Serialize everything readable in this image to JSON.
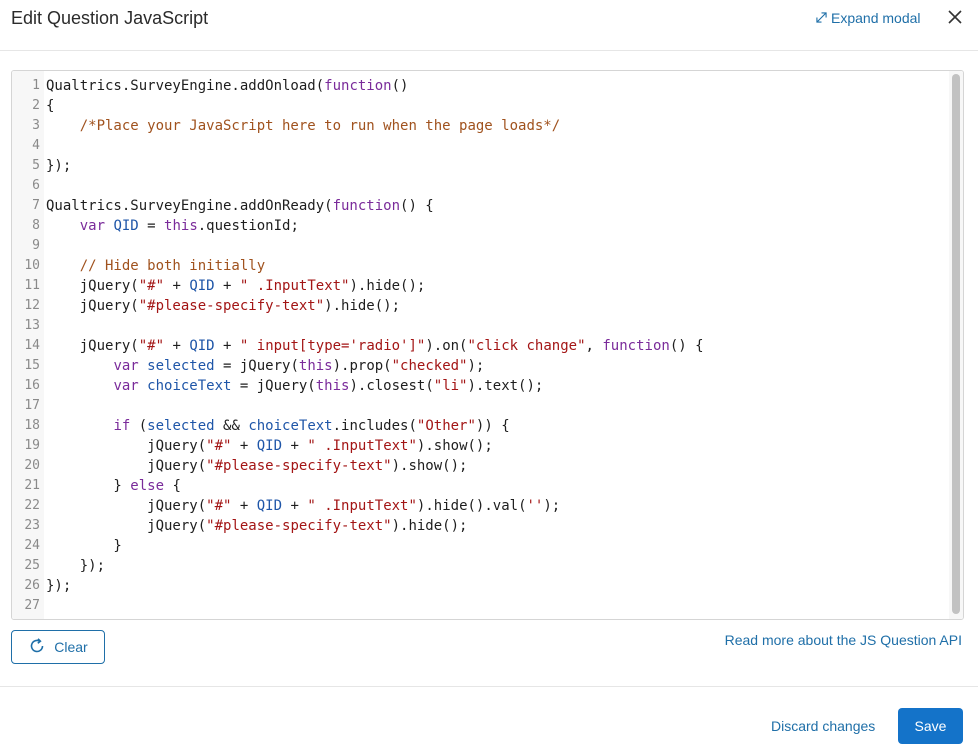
{
  "header": {
    "title": "Edit Question JavaScript",
    "expand_label": "Expand modal"
  },
  "editor": {
    "lines": [
      {
        "n": "1",
        "segs": [
          [
            "t",
            "Qualtrics.SurveyEngine.addOnload("
          ],
          [
            "kw",
            "function"
          ],
          [
            "t",
            "()"
          ]
        ]
      },
      {
        "n": "2",
        "segs": [
          [
            "t",
            "{"
          ]
        ]
      },
      {
        "n": "3",
        "segs": [
          [
            "t",
            "    "
          ],
          [
            "cmt",
            "/*Place your JavaScript here to run when the page loads*/"
          ]
        ]
      },
      {
        "n": "4",
        "segs": []
      },
      {
        "n": "5",
        "segs": [
          [
            "t",
            "});"
          ]
        ]
      },
      {
        "n": "6",
        "segs": []
      },
      {
        "n": "7",
        "segs": [
          [
            "t",
            "Qualtrics.SurveyEngine.addOnReady("
          ],
          [
            "kw",
            "function"
          ],
          [
            "t",
            "() {"
          ]
        ]
      },
      {
        "n": "8",
        "segs": [
          [
            "t",
            "    "
          ],
          [
            "kw",
            "var "
          ],
          [
            "var",
            "QID"
          ],
          [
            "t",
            " = "
          ],
          [
            "kw",
            "this"
          ],
          [
            "t",
            ".questionId;"
          ]
        ]
      },
      {
        "n": "9",
        "segs": []
      },
      {
        "n": "10",
        "segs": [
          [
            "t",
            "    "
          ],
          [
            "cmt",
            "// Hide both initially"
          ]
        ]
      },
      {
        "n": "11",
        "segs": [
          [
            "t",
            "    jQuery("
          ],
          [
            "str",
            "\"#\""
          ],
          [
            "t",
            " + "
          ],
          [
            "var",
            "QID"
          ],
          [
            "t",
            " + "
          ],
          [
            "str",
            "\" .InputText\""
          ],
          [
            "t",
            ").hide();"
          ]
        ]
      },
      {
        "n": "12",
        "segs": [
          [
            "t",
            "    jQuery("
          ],
          [
            "str",
            "\"#please-specify-text\""
          ],
          [
            "t",
            ").hide();"
          ]
        ]
      },
      {
        "n": "13",
        "segs": []
      },
      {
        "n": "14",
        "segs": [
          [
            "t",
            "    jQuery("
          ],
          [
            "str",
            "\"#\""
          ],
          [
            "t",
            " + "
          ],
          [
            "var",
            "QID"
          ],
          [
            "t",
            " + "
          ],
          [
            "str",
            "\" input[type='radio']\""
          ],
          [
            "t",
            ").on("
          ],
          [
            "str",
            "\"click change\""
          ],
          [
            "t",
            ", "
          ],
          [
            "kw",
            "function"
          ],
          [
            "t",
            "() {"
          ]
        ]
      },
      {
        "n": "15",
        "segs": [
          [
            "t",
            "        "
          ],
          [
            "kw",
            "var "
          ],
          [
            "var",
            "selected"
          ],
          [
            "t",
            " = jQuery("
          ],
          [
            "kw",
            "this"
          ],
          [
            "t",
            ").prop("
          ],
          [
            "str",
            "\"checked\""
          ],
          [
            "t",
            ");"
          ]
        ]
      },
      {
        "n": "16",
        "segs": [
          [
            "t",
            "        "
          ],
          [
            "kw",
            "var "
          ],
          [
            "var",
            "choiceText"
          ],
          [
            "t",
            " = jQuery("
          ],
          [
            "kw",
            "this"
          ],
          [
            "t",
            ").closest("
          ],
          [
            "str",
            "\"li\""
          ],
          [
            "t",
            ").text();"
          ]
        ]
      },
      {
        "n": "17",
        "segs": []
      },
      {
        "n": "18",
        "segs": [
          [
            "t",
            "        "
          ],
          [
            "kw",
            "if"
          ],
          [
            "t",
            " ("
          ],
          [
            "var",
            "selected"
          ],
          [
            "t",
            " && "
          ],
          [
            "var",
            "choiceText"
          ],
          [
            "t",
            ".includes("
          ],
          [
            "str",
            "\"Other\""
          ],
          [
            "t",
            ")) {"
          ]
        ]
      },
      {
        "n": "19",
        "segs": [
          [
            "t",
            "            jQuery("
          ],
          [
            "str",
            "\"#\""
          ],
          [
            "t",
            " + "
          ],
          [
            "var",
            "QID"
          ],
          [
            "t",
            " + "
          ],
          [
            "str",
            "\" .InputText\""
          ],
          [
            "t",
            ").show();"
          ]
        ]
      },
      {
        "n": "20",
        "segs": [
          [
            "t",
            "            jQuery("
          ],
          [
            "str",
            "\"#please-specify-text\""
          ],
          [
            "t",
            ").show();"
          ]
        ]
      },
      {
        "n": "21",
        "segs": [
          [
            "t",
            "        } "
          ],
          [
            "kw",
            "else"
          ],
          [
            "t",
            " {"
          ]
        ]
      },
      {
        "n": "22",
        "segs": [
          [
            "t",
            "            jQuery("
          ],
          [
            "str",
            "\"#\""
          ],
          [
            "t",
            " + "
          ],
          [
            "var",
            "QID"
          ],
          [
            "t",
            " + "
          ],
          [
            "str",
            "\" .InputText\""
          ],
          [
            "t",
            ").hide().val("
          ],
          [
            "str",
            "''"
          ],
          [
            "t",
            ");"
          ]
        ]
      },
      {
        "n": "23",
        "segs": [
          [
            "t",
            "            jQuery("
          ],
          [
            "str",
            "\"#please-specify-text\""
          ],
          [
            "t",
            ").hide();"
          ]
        ]
      },
      {
        "n": "24",
        "segs": [
          [
            "t",
            "        }"
          ]
        ]
      },
      {
        "n": "25",
        "segs": [
          [
            "t",
            "    });"
          ]
        ]
      },
      {
        "n": "26",
        "segs": [
          [
            "t",
            "});"
          ]
        ]
      },
      {
        "n": "27",
        "segs": []
      }
    ]
  },
  "actions": {
    "clear_label": "Clear",
    "read_more_label": "Read more about the JS Question API",
    "discard_label": "Discard changes",
    "save_label": "Save"
  },
  "colors": {
    "accent": "#1473c9",
    "link": "#1f6fa8"
  }
}
